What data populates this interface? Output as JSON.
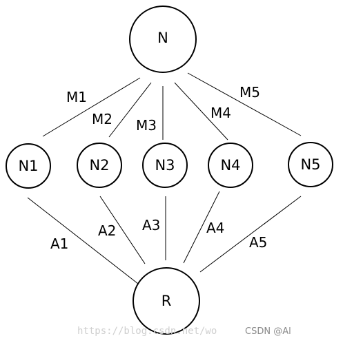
{
  "nodes": {
    "top": "N",
    "middle": [
      "N1",
      "N2",
      "N3",
      "N4",
      "N5"
    ],
    "bottom": "R"
  },
  "edges": {
    "upper": [
      "M1",
      "M2",
      "M3",
      "M4",
      "M5"
    ],
    "lower": [
      "A1",
      "A2",
      "A3",
      "A4",
      "A5"
    ]
  },
  "watermark": {
    "url": "https://blog.csdn.net/wo",
    "brand": "CSDN @Al"
  }
}
